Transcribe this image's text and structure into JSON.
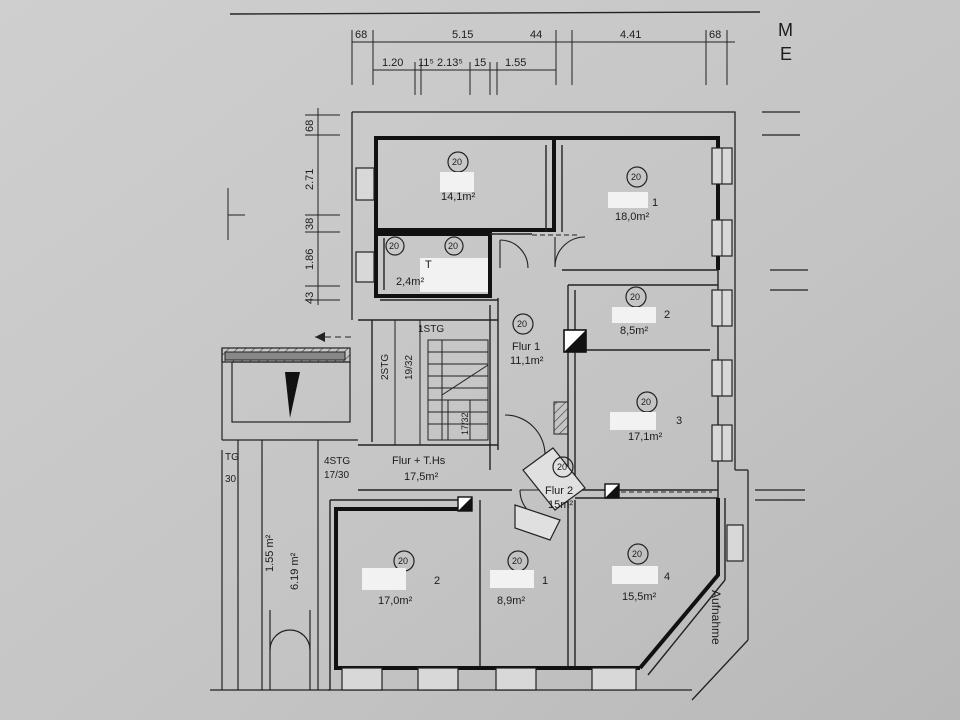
{
  "header": {
    "mark_line1": "M",
    "mark_line2": "E"
  },
  "dimensions": {
    "top_row": [
      "68",
      "5.15",
      "44",
      "4.41",
      "68"
    ],
    "second_row": [
      "1.20",
      "11⁵",
      "2.13⁵",
      "15",
      "1.55"
    ],
    "left_col": [
      "68",
      "2.71",
      "38",
      "1.86",
      "43"
    ],
    "bottom_left": [
      "1.55 m²",
      "6.19 m²"
    ]
  },
  "rooms": {
    "r1_area": "14,1m²",
    "r2_label": "1",
    "r2_area": "18,0m²",
    "r3_label": "T",
    "r3_area": "2,4m²",
    "r4_label": "2",
    "r4_area": "8,5m²",
    "r5_label": "3",
    "r5_area": "17,1m²",
    "flur1_label": "Flur 1",
    "flur1_area": "11,1m²",
    "flur2_label": "Flur 2",
    "flur2_area": "15m²",
    "flurths_label": "Flur + T.Hs",
    "flurths_area": "17,5m²",
    "r6_label": "2",
    "r6_area": "17,0m²",
    "r7_label": "1",
    "r7_area": "8,9m²",
    "r8_label": "4",
    "r8_area": "15,5m²"
  },
  "stairs": {
    "stg1": "1STG",
    "stg2": "2STG",
    "stg2_sub": "19/32",
    "stg3": "17/32",
    "stg4": "4STG",
    "stg4_sub": "17/30",
    "tg": "TG",
    "tg_sub": "30"
  },
  "circle_mark": "20",
  "side_text": "Aufnahme"
}
